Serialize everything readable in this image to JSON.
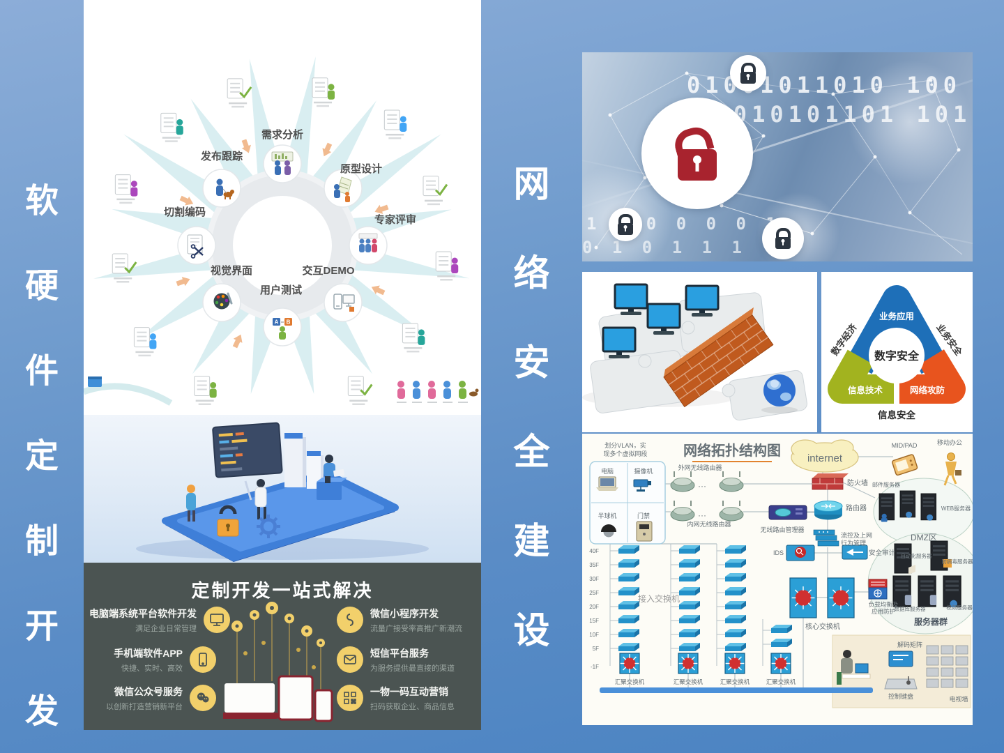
{
  "left_sidebar": {
    "title": "软硬件定制开发",
    "chars": [
      "软",
      "硬",
      "件",
      "定",
      "制",
      "开",
      "发"
    ]
  },
  "right_sidebar": {
    "title": "网络安全建设",
    "chars": [
      "网",
      "络",
      "安",
      "全",
      "建",
      "设"
    ]
  },
  "process": {
    "steps": [
      "需求分析",
      "原型设计",
      "专家评审",
      "交互DEMO",
      "用户测试",
      "视觉界面",
      "切割编码",
      "发布跟踪"
    ]
  },
  "solutions": {
    "title": "定制开发一站式解决",
    "items": [
      {
        "title": "电脑端系统平台软件开发",
        "subtitle": "满足企业日常管理",
        "icon": "monitor-icon"
      },
      {
        "title": "手机端软件APP",
        "subtitle": "快捷、实时、高效",
        "icon": "smartphone-icon"
      },
      {
        "title": "微信公众号服务",
        "subtitle": "以创新打造营销新平台",
        "icon": "wechat-icon"
      },
      {
        "title": "微信小程序开发",
        "subtitle": "流量广接受率高推广新潮流",
        "icon": "miniprogram-icon"
      },
      {
        "title": "短信平台服务",
        "subtitle": "为服务提供最直接的渠道",
        "icon": "sms-icon"
      },
      {
        "title": "一物一码互动营销",
        "subtitle": "扫码获取企业、商品信息",
        "icon": "qrcode-icon"
      }
    ]
  },
  "banner": {
    "binary": [
      "01001011010 100",
      "100010101101 101",
      "1 0 0 0 0 0 1",
      "0 1 0 1 1 1"
    ]
  },
  "triangle": {
    "center": "数字安全",
    "top": "业务应用",
    "left_outer": "数字经济",
    "right_outer": "业务安全",
    "bottom_left": "信息技术",
    "bottom_right": "网络攻防",
    "bottom_outer": "信息安全",
    "colors": {
      "blue": "#1e6fb8",
      "orange": "#e8541e",
      "green": "#a2b31f"
    }
  },
  "topology": {
    "labels": {
      "title": "网络拓扑结构图",
      "vlan1": "划分VLAN，实",
      "vlan2": "现多个虚拟网段",
      "terminal1": "电脑",
      "terminal2": "摄像机",
      "terminal3": "半球机",
      "terminal4": "门禁",
      "ext_wireless": "外网无线路由器",
      "int_wireless": "内网无线路由器",
      "wireless_mgr": "无线路由管理器",
      "internet": "internet",
      "firewall": "防火墙",
      "router": "路由器",
      "behavior1": "流控及上网",
      "behavior2": "行为管理",
      "mid_pad": "MID/PAD",
      "mobile_office": "移动办公",
      "mail_server": "邮件服务器",
      "web_server": "WEB服务器",
      "dmz": "DMZ区",
      "ids": "IDS",
      "audit": "安全审计",
      "core_switch": "核心交换机",
      "lb1": "负载均衡及",
      "lb2": "应用防护",
      "access_switch": "接入交换机",
      "agg_switch": "汇聚交换机",
      "server_cluster": "服务器群",
      "srv_auto": "自动化服务器",
      "srv_av": "防病毒服务器",
      "srv_db": "数据库服务器",
      "srv_video": "视频服务器",
      "decode": "解码矩阵",
      "keyboard": "控制键盘",
      "tv_wall": "电视墙",
      "dots1": "···",
      "dots2": "···"
    },
    "floors": [
      "40F",
      "35F",
      "30F",
      "25F",
      "20F",
      "15F",
      "10F",
      "5F",
      "-1F"
    ]
  }
}
